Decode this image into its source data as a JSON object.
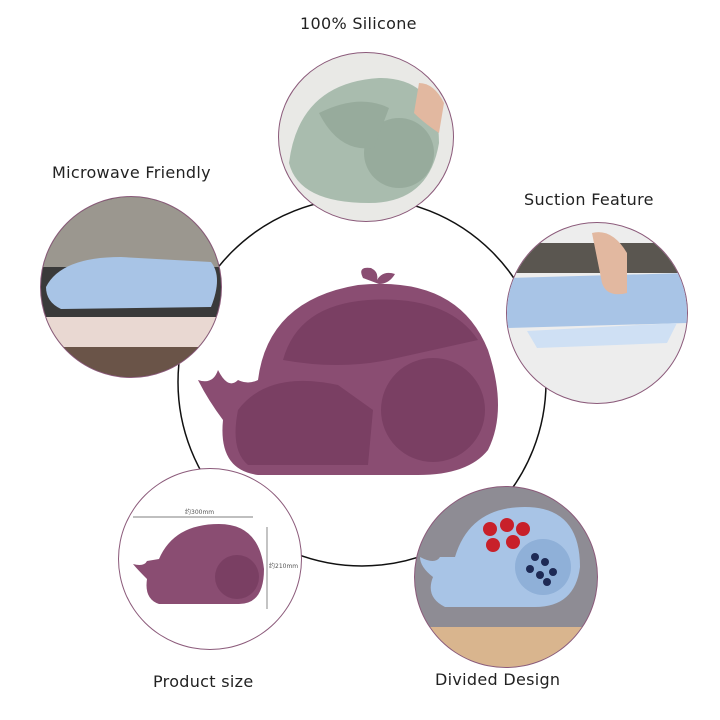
{
  "features": [
    {
      "label": "100% Silicone"
    },
    {
      "label": "Microwave Friendly"
    },
    {
      "label": "Suction Feature"
    },
    {
      "label": "Product size"
    },
    {
      "label": "Divided Design"
    }
  ],
  "dimensions": {
    "width": "约300mm",
    "height": "约210mm"
  },
  "colors": {
    "plate_main": "#8a4d72",
    "circle_border": "#8b5a7a",
    "green_plate": "#a9bcae",
    "blue_plate": "#a8c4e6"
  }
}
